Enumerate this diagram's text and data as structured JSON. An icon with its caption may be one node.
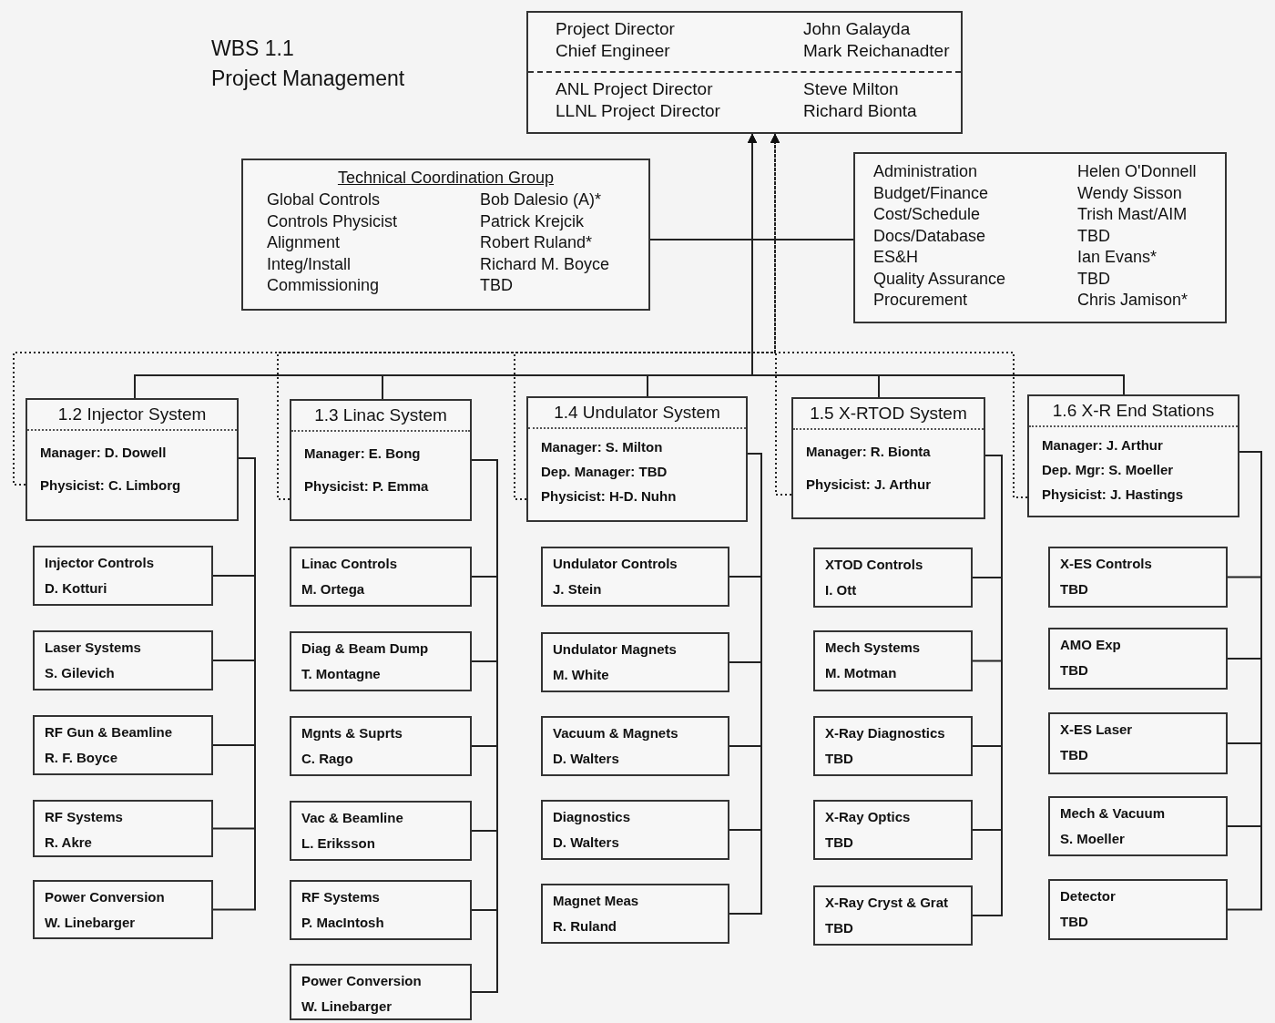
{
  "diagram": {
    "title": "WBS 1.1",
    "labels": [
      "Project Management"
    ],
    "nodes": [
      {
        "text": [
          "Project Director",
          "John Galayda",
          "Chief Engineer",
          "Mark Reichanadter",
          "ANL Project Director",
          "Steve Milton",
          "LLNL Project Director",
          "Richard Bionta"
        ]
      },
      {
        "text": [
          "Technical Coordination Group",
          "Global Controls",
          "Bob Dalesio (A)*",
          "Controls Physicist",
          "Patrick Krejcik",
          "Alignment",
          "Robert Ruland*",
          "Integ/Install",
          "Richard M. Boyce",
          "Commissioning",
          "TBD"
        ]
      },
      {
        "text": [
          "Administration",
          "Helen O'Donnell",
          "Budget/Finance",
          "Wendy Sisson",
          "Cost/Schedule",
          "Trish Mast/AIM",
          "Docs/Database",
          "TBD",
          "ES&H",
          "Ian Evans*",
          "Quality Assurance",
          "TBD",
          "Procurement",
          "Chris Jamison*"
        ]
      },
      {
        "text": [
          "1.2 Injector System",
          "Manager: D. Dowell",
          "Physicist: C. Limborg"
        ]
      },
      {
        "text": [
          "Injector Controls",
          "D. Kotturi"
        ]
      },
      {
        "text": [
          "Laser Systems",
          "S. Gilevich"
        ]
      },
      {
        "text": [
          "RF Gun & Beamline",
          "R. F. Boyce"
        ]
      },
      {
        "text": [
          "RF Systems",
          "R. Akre"
        ]
      },
      {
        "text": [
          "Power Conversion",
          "W. Linebarger"
        ]
      },
      {
        "text": [
          "1.3 Linac System",
          "Manager: E. Bong",
          "Physicist: P. Emma"
        ]
      },
      {
        "text": [
          "Linac Controls",
          "M. Ortega"
        ]
      },
      {
        "text": [
          "Diag & Beam Dump",
          "T. Montagne"
        ]
      },
      {
        "text": [
          "Mgnts & Suprts",
          "C. Rago"
        ]
      },
      {
        "text": [
          "Vac & Beamline",
          "L. Eriksson"
        ]
      },
      {
        "text": [
          "RF Systems",
          "P. MacIntosh"
        ]
      },
      {
        "text": [
          "Power Conversion",
          "W. Linebarger"
        ]
      },
      {
        "text": [
          "1.4 Undulator System",
          "Manager: S. Milton",
          "Dep. Manager: TBD",
          "Physicist: H-D. Nuhn"
        ]
      },
      {
        "text": [
          "Undulator Controls",
          "J. Stein"
        ]
      },
      {
        "text": [
          "Undulator Magnets",
          "M. White"
        ]
      },
      {
        "text": [
          "Vacuum & Magnets",
          "D. Walters"
        ]
      },
      {
        "text": [
          "Diagnostics",
          "D. Walters"
        ]
      },
      {
        "text": [
          "Magnet Meas",
          "R. Ruland"
        ]
      },
      {
        "text": [
          "1.5 X-RTOD System",
          "Manager: R. Bionta",
          "Physicist: J. Arthur"
        ]
      },
      {
        "text": [
          "XTOD Controls",
          "I. Ott"
        ]
      },
      {
        "text": [
          "Mech Systems",
          "M. Motman"
        ]
      },
      {
        "text": [
          "X-Ray Diagnostics",
          "TBD"
        ]
      },
      {
        "text": [
          "X-Ray Optics",
          "TBD"
        ]
      },
      {
        "text": [
          "X-Ray Cryst & Grat",
          "TBD"
        ]
      },
      {
        "text": [
          "1.6 X-R End Stations",
          "Manager: J. Arthur",
          "Dep. Mgr: S. Moeller",
          "Physicist: J. Hastings"
        ]
      },
      {
        "text": [
          "X-ES Controls",
          "TBD"
        ]
      },
      {
        "text": [
          "AMO Exp",
          "TBD"
        ]
      },
      {
        "text": [
          "X-ES Laser",
          "TBD"
        ]
      },
      {
        "text": [
          "Mech & Vacuum",
          "S. Moeller"
        ]
      },
      {
        "text": [
          "Detector",
          "TBD"
        ]
      }
    ],
    "edges": [
      {
        "from": 3,
        "to": 0,
        "arrow": "to"
      },
      {
        "from": 9,
        "to": 0,
        "arrow": "to"
      },
      {
        "from": 16,
        "to": 0,
        "arrow": "to"
      },
      {
        "from": 22,
        "to": 0,
        "arrow": "to"
      },
      {
        "from": 28,
        "to": 0,
        "arrow": "to"
      },
      {
        "from": 3,
        "to": 0,
        "arrow": "to",
        "style": "dashed"
      },
      {
        "from": 9,
        "to": 0,
        "arrow": "to",
        "style": "dashed"
      },
      {
        "from": 16,
        "to": 0,
        "arrow": "to",
        "style": "dashed"
      },
      {
        "from": 22,
        "to": 0,
        "arrow": "to",
        "style": "dashed"
      },
      {
        "from": 28,
        "to": 0,
        "arrow": "to",
        "style": "dashed"
      },
      {
        "from": 1,
        "to": 2,
        "arrow": "none"
      },
      {
        "from": 4,
        "to": 3,
        "arrow": "none"
      },
      {
        "from": 5,
        "to": 3,
        "arrow": "none"
      },
      {
        "from": 6,
        "to": 3,
        "arrow": "none"
      },
      {
        "from": 7,
        "to": 3,
        "arrow": "none"
      },
      {
        "from": 8,
        "to": 3,
        "arrow": "none"
      },
      {
        "from": 10,
        "to": 9,
        "arrow": "none"
      },
      {
        "from": 11,
        "to": 9,
        "arrow": "none"
      },
      {
        "from": 12,
        "to": 9,
        "arrow": "none"
      },
      {
        "from": 13,
        "to": 9,
        "arrow": "none"
      },
      {
        "from": 14,
        "to": 9,
        "arrow": "none"
      },
      {
        "from": 15,
        "to": 9,
        "arrow": "none"
      },
      {
        "from": 17,
        "to": 16,
        "arrow": "none"
      },
      {
        "from": 18,
        "to": 16,
        "arrow": "none"
      },
      {
        "from": 19,
        "to": 16,
        "arrow": "none"
      },
      {
        "from": 20,
        "to": 16,
        "arrow": "none"
      },
      {
        "from": 21,
        "to": 16,
        "arrow": "none"
      },
      {
        "from": 23,
        "to": 22,
        "arrow": "none"
      },
      {
        "from": 24,
        "to": 22,
        "arrow": "none"
      },
      {
        "from": 25,
        "to": 22,
        "arrow": "none"
      },
      {
        "from": 26,
        "to": 22,
        "arrow": "none"
      },
      {
        "from": 27,
        "to": 22,
        "arrow": "none"
      },
      {
        "from": 29,
        "to": 28,
        "arrow": "none"
      },
      {
        "from": 30,
        "to": 28,
        "arrow": "none"
      },
      {
        "from": 31,
        "to": 28,
        "arrow": "none"
      },
      {
        "from": 32,
        "to": 28,
        "arrow": "none"
      },
      {
        "from": 33,
        "to": 28,
        "arrow": "none"
      }
    ]
  }
}
